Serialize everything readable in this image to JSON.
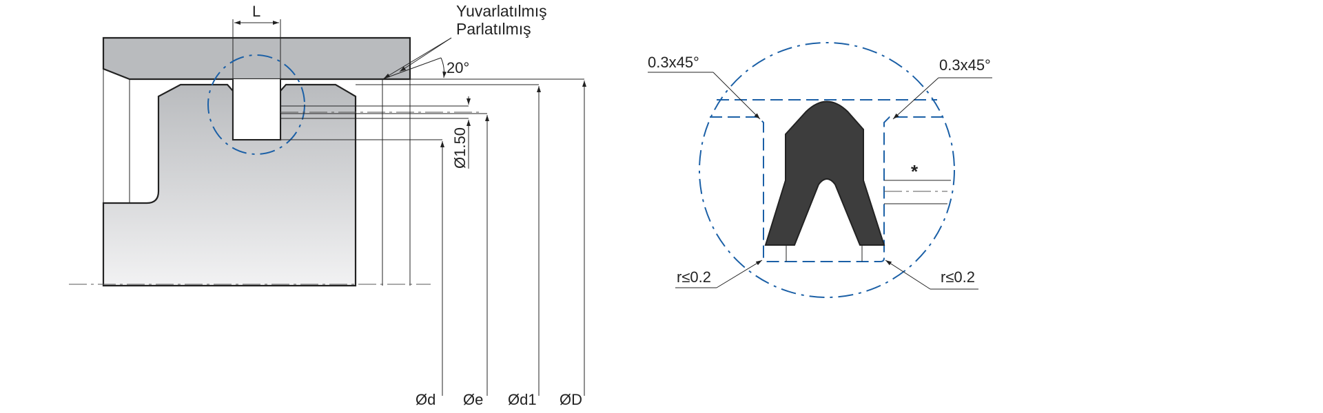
{
  "labels": {
    "L": "L",
    "finish_1": "Yuvarlatılmış",
    "finish_2": "Parlatılmış",
    "angle": "20°",
    "dia_150": "Ø1.50",
    "d": "Ød",
    "e": "Øe",
    "d1": "Ød1",
    "D": "ØD",
    "chamfer_left": "0.3x45°",
    "chamfer_right": "0.3x45°",
    "radius_left": "r≤0.2",
    "radius_right": "r≤0.2",
    "asterisk": "*"
  },
  "colors": {
    "housing": "#b9bbbe",
    "seal": "#3d3d3d",
    "detail": "#1a5fa6"
  }
}
